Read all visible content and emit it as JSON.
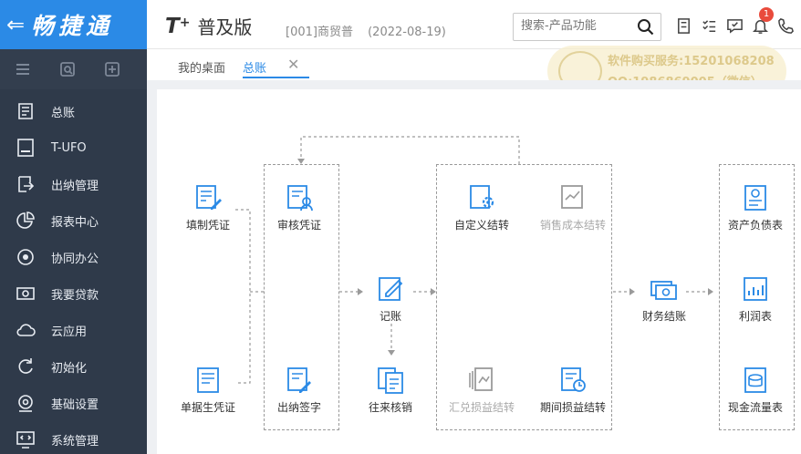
{
  "brand": {
    "back_icon": "back-arrow-icon",
    "name": "畅捷通"
  },
  "sidebar": {
    "tools": [
      "menu-icon",
      "search-doc-icon",
      "new-doc-icon"
    ],
    "items": [
      {
        "label": "总账",
        "icon": "ledger-icon"
      },
      {
        "label": "T-UFO",
        "icon": "ufo-icon"
      },
      {
        "label": "出纳管理",
        "icon": "cashier-icon"
      },
      {
        "label": "报表中心",
        "icon": "pie-chart-icon"
      },
      {
        "label": "协同办公",
        "icon": "collaboration-icon"
      },
      {
        "label": "我要贷款",
        "icon": "money-icon"
      },
      {
        "label": "云应用",
        "icon": "cloud-icon"
      },
      {
        "label": "初始化",
        "icon": "refresh-icon"
      },
      {
        "label": "基础设置",
        "icon": "settings-icon"
      },
      {
        "label": "系统管理",
        "icon": "system-icon"
      }
    ]
  },
  "header": {
    "logo_t": "T",
    "logo_plus": "+",
    "logo_edition": "普及版",
    "account": "[001]商贸普",
    "date": "(2022-08-19)",
    "search_placeholder": "搜索-产品功能",
    "notification_count": "1"
  },
  "tabs": [
    {
      "label": "我的桌面"
    },
    {
      "label": "总账",
      "close": "✕"
    }
  ],
  "watermark": {
    "line1": "软件购买服务:15201068208",
    "line2": "QQ:1986869005（微信）"
  },
  "flow": {
    "fill_voucher": "填制凭证",
    "review_voucher": "审核凭证",
    "post": "记账",
    "custom_transfer": "自定义结转",
    "sales_cost_transfer": "销售成本结转",
    "financial_close": "财务结账",
    "balance_sheet": "资产负债表",
    "profit_statement": "利润表",
    "cash_flow_statement": "现金流量表",
    "doc_voucher": "单据生凭证",
    "cashier_sign": "出纳签字",
    "reconcile": "往来核销",
    "fx_transfer": "汇兑损益结转",
    "period_transfer": "期间损益结转"
  },
  "colors": {
    "brand_blue": "#2b8ae6",
    "sidebar_bg": "#2f3a4a",
    "icon_blue": "#2b8ae6",
    "icon_gray": "#9a9a9a"
  }
}
